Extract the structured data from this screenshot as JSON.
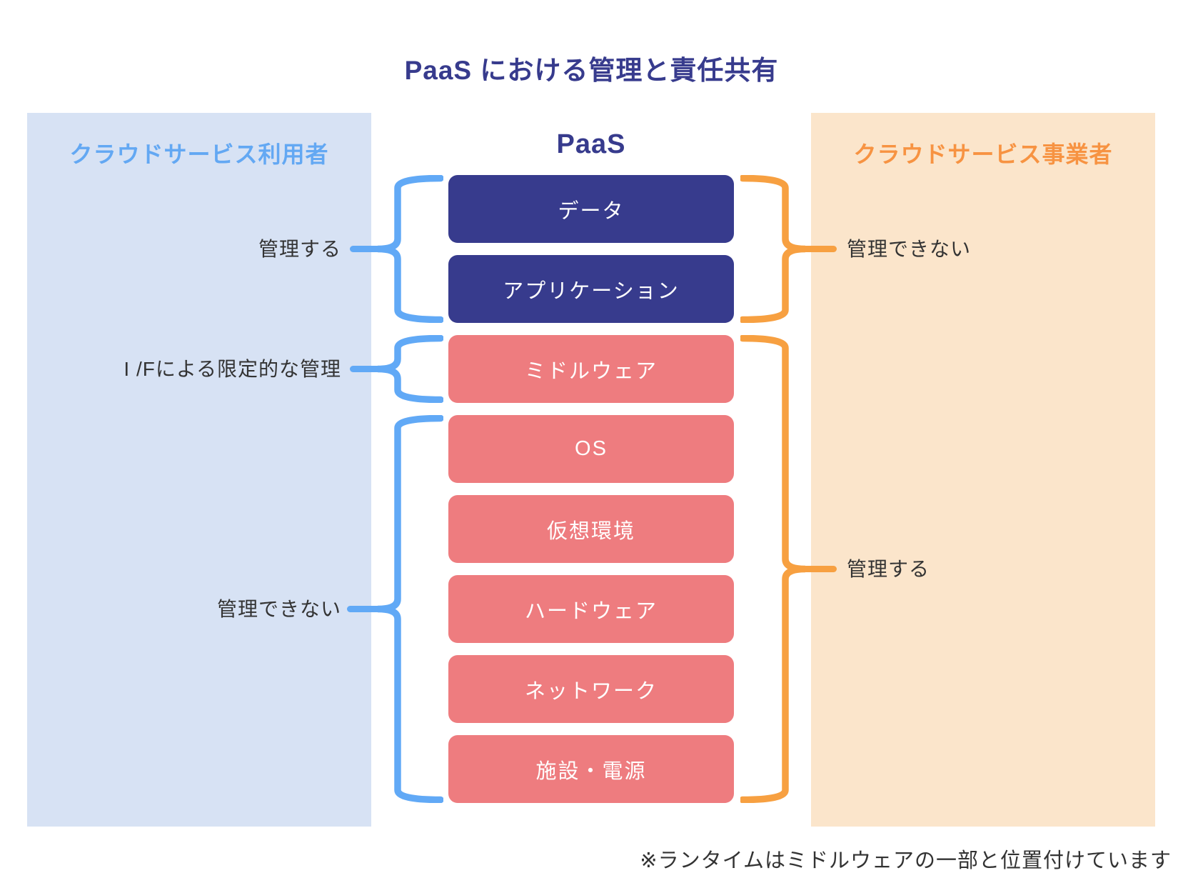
{
  "title": "PaaS における管理と責任共有",
  "note": "※ランタイムはミドルウェアの一部と位置付けています",
  "left_panel": {
    "header": "クラウドサービス利用者",
    "labels": {
      "manage": "管理する",
      "limited": "I /Fによる限定的な管理",
      "cannot": "管理できない"
    }
  },
  "right_panel": {
    "header": "クラウドサービス事業者",
    "labels": {
      "cannot": "管理できない",
      "manage": "管理する"
    }
  },
  "stack": {
    "header": "PaaS",
    "boxes": [
      {
        "label": "データ",
        "type": "user-managed"
      },
      {
        "label": "アプリケーション",
        "type": "user-managed"
      },
      {
        "label": "ミドルウェア",
        "type": "provider-managed"
      },
      {
        "label": "OS",
        "type": "provider-managed"
      },
      {
        "label": "仮想環境",
        "type": "provider-managed"
      },
      {
        "label": "ハードウェア",
        "type": "provider-managed"
      },
      {
        "label": "ネットワーク",
        "type": "provider-managed"
      },
      {
        "label": "施設・電源",
        "type": "provider-managed"
      }
    ]
  },
  "colors": {
    "navy_box": "#373b8d",
    "salmon_box": "#ee7c7f",
    "blue_accent": "#61a9f6",
    "blue_header_text": "#63a8f3",
    "light_blue_panel": "#d7e2f4",
    "orange_accent": "#f7a041",
    "orange_header_text": "#f79342",
    "light_orange_panel": "#fbe5cb",
    "title_text": "#373b8d",
    "label_text": "#333333",
    "box_text": "#ffffff"
  }
}
